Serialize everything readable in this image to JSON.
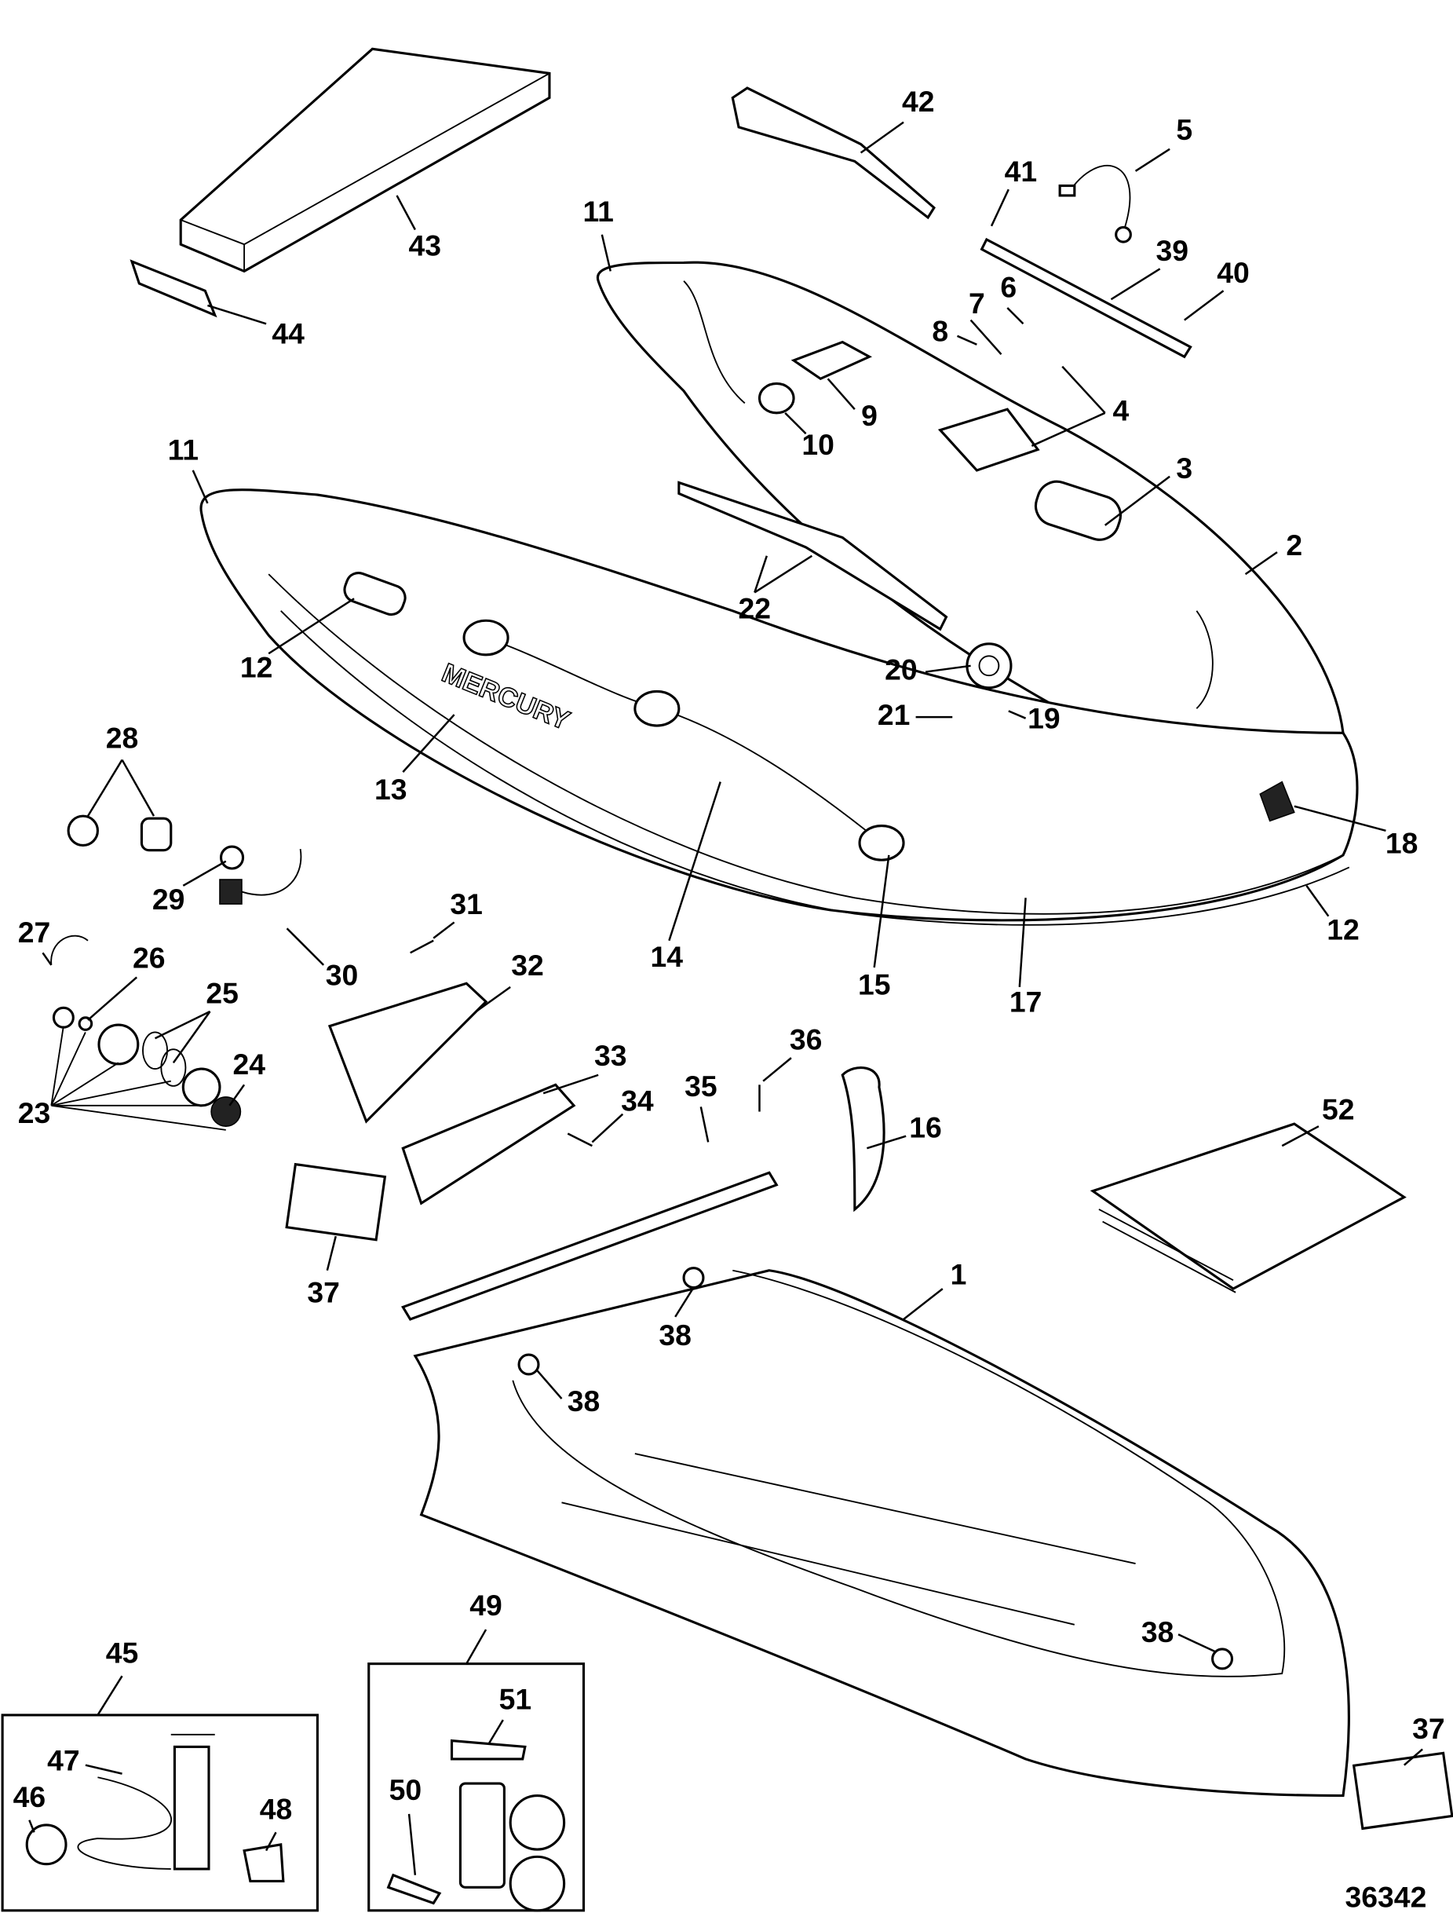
{
  "diagram_number": "36342",
  "brand_logo_text": "MERCURY",
  "callouts": [
    "42",
    "41",
    "5",
    "11",
    "43",
    "44",
    "39",
    "40",
    "6",
    "7",
    "8",
    "9",
    "10",
    "4",
    "3",
    "2",
    "11",
    "22",
    "20",
    "21",
    "19",
    "12",
    "13",
    "28",
    "29",
    "30",
    "14",
    "15",
    "17",
    "18",
    "12",
    "31",
    "27",
    "26",
    "25",
    "32",
    "24",
    "23",
    "33",
    "36",
    "34",
    "35",
    "16",
    "52",
    "37",
    "1",
    "38",
    "38",
    "38",
    "45",
    "49",
    "51",
    "47",
    "46",
    "48",
    "50",
    "37"
  ]
}
